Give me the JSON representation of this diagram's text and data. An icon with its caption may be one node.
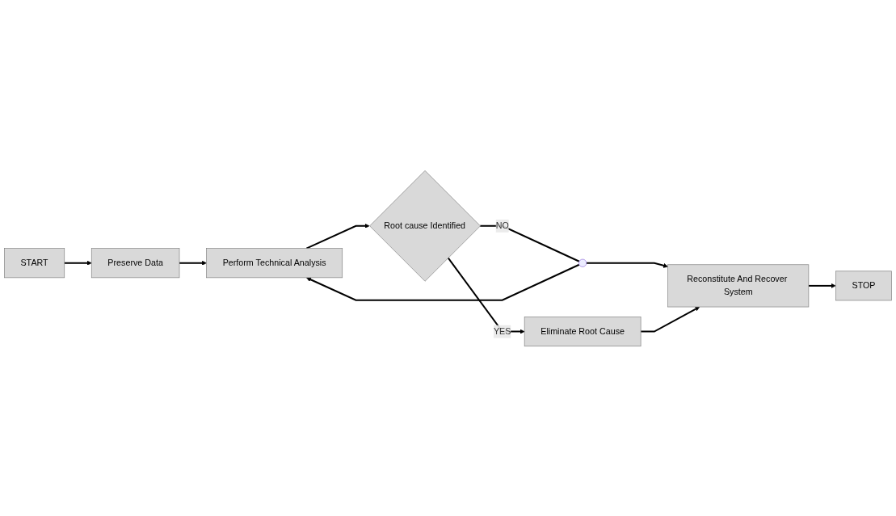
{
  "diagram": {
    "nodes": [
      {
        "text": [
          "START"
        ]
      },
      {
        "text": [
          "Preserve Data"
        ]
      },
      {
        "text": [
          "Perform Technical Analysis"
        ]
      },
      {
        "text": [
          "Root cause Identified"
        ]
      },
      {
        "text": [],
        "shape": "circle"
      },
      {
        "text": [
          "Eliminate Root Cause"
        ]
      },
      {
        "text": [
          "Reconstitute And Recover System"
        ]
      },
      {
        "text": [
          "STOP"
        ]
      }
    ],
    "edges": [
      {
        "from": 0,
        "to": 1,
        "arrow": "to"
      },
      {
        "from": 1,
        "to": 2,
        "arrow": "to"
      },
      {
        "from": 2,
        "to": 3,
        "arrow": "to"
      },
      {
        "from": 3,
        "to": 4,
        "arrow": "none",
        "label": "NO"
      },
      {
        "from": 4,
        "to": 2,
        "arrow": "to"
      },
      {
        "from": 4,
        "to": 6,
        "arrow": "to"
      },
      {
        "from": 3,
        "to": 5,
        "arrow": "to",
        "label": "YES"
      },
      {
        "from": 5,
        "to": 6,
        "arrow": "to"
      },
      {
        "from": 6,
        "to": 7,
        "arrow": "to"
      }
    ]
  }
}
